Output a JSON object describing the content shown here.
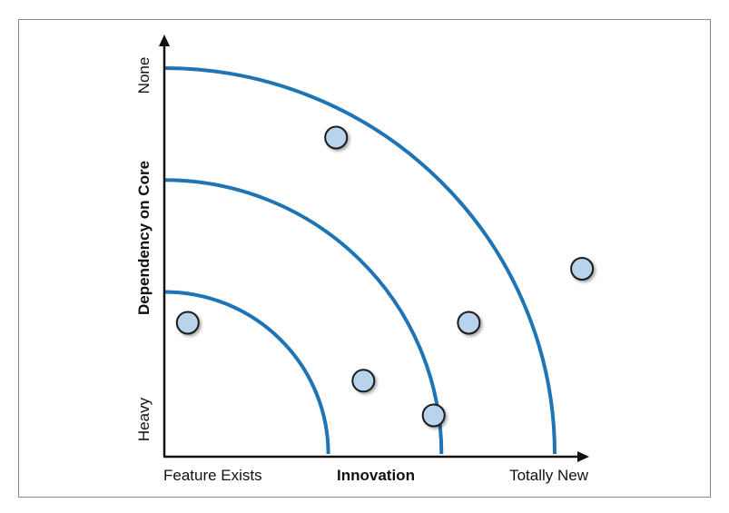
{
  "axes": {
    "x_title": "Innovation",
    "x_left_label": "Feature Exists",
    "x_right_label": "Totally New",
    "y_title": "Dependency on Core",
    "y_top_label": "None",
    "y_bottom_label": "Heavy"
  },
  "colors": {
    "arc": "#1f74b5",
    "point_fill": "#b7d4ec",
    "point_stroke": "#1a1a1a",
    "axis": "#111111"
  },
  "arcs": [
    {
      "name": "inner-arc",
      "radius_fraction": 0.42
    },
    {
      "name": "middle-arc",
      "radius_fraction": 0.71
    },
    {
      "name": "outer-arc",
      "radius_fraction": 1.0
    }
  ],
  "points": [
    {
      "id": "point-1",
      "innovation": 0.06,
      "independence": 0.34
    },
    {
      "id": "point-2",
      "innovation": 0.44,
      "independence": 0.82
    },
    {
      "id": "point-3",
      "innovation": 0.51,
      "independence": 0.19
    },
    {
      "id": "point-4",
      "innovation": 0.69,
      "independence": 0.1
    },
    {
      "id": "point-5",
      "innovation": 0.78,
      "independence": 0.34
    },
    {
      "id": "point-6",
      "innovation": 1.07,
      "independence": 0.48
    }
  ]
}
